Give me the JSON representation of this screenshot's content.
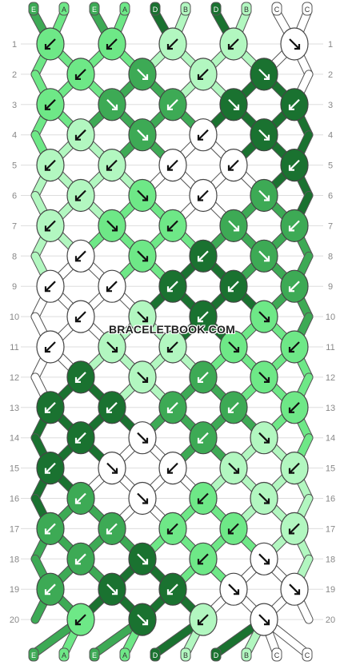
{
  "pattern": {
    "watermark": "BRACELETBOOK.COM",
    "rows": 20,
    "strings": 10,
    "string_labels": [
      "E",
      "A",
      "E",
      "A",
      "D",
      "B",
      "D",
      "B",
      "C",
      "C"
    ],
    "colors": {
      "A": "#6ee887",
      "B": "#b2f7c0",
      "C": "#ffffff",
      "D": "#1a7230",
      "E": "#3daa55"
    },
    "knot_arrow_legend": {
      "sw": "forward-backward / backward (down-left)",
      "se": "forward (down-right)"
    },
    "knots": [
      [
        {
          "c": "A",
          "a": "sw"
        },
        {
          "c": "A",
          "a": "sw"
        },
        {
          "c": "B",
          "a": "sw"
        },
        {
          "c": "B",
          "a": "sw"
        },
        {
          "c": "C",
          "a": "se"
        }
      ],
      [
        {
          "c": "A",
          "a": "sw"
        },
        {
          "c": "E",
          "a": "se"
        },
        {
          "c": "B",
          "a": "sw"
        },
        {
          "c": "D",
          "a": "se"
        }
      ],
      [
        {
          "c": "A",
          "a": "sw"
        },
        {
          "c": "E",
          "a": "se"
        },
        {
          "c": "E",
          "a": "sw"
        },
        {
          "c": "D",
          "a": "se"
        },
        {
          "c": "D",
          "a": "sw"
        }
      ],
      [
        {
          "c": "B",
          "a": "sw"
        },
        {
          "c": "E",
          "a": "se"
        },
        {
          "c": "C",
          "a": "sw"
        },
        {
          "c": "D",
          "a": "se"
        }
      ],
      [
        {
          "c": "B",
          "a": "sw"
        },
        {
          "c": "B",
          "a": "sw"
        },
        {
          "c": "C",
          "a": "sw"
        },
        {
          "c": "C",
          "a": "sw"
        },
        {
          "c": "D",
          "a": "sw"
        }
      ],
      [
        {
          "c": "B",
          "a": "sw"
        },
        {
          "c": "A",
          "a": "se"
        },
        {
          "c": "C",
          "a": "sw"
        },
        {
          "c": "E",
          "a": "se"
        }
      ],
      [
        {
          "c": "B",
          "a": "sw"
        },
        {
          "c": "A",
          "a": "se"
        },
        {
          "c": "A",
          "a": "sw"
        },
        {
          "c": "E",
          "a": "se"
        },
        {
          "c": "E",
          "a": "sw"
        }
      ],
      [
        {
          "c": "C",
          "a": "sw"
        },
        {
          "c": "A",
          "a": "se"
        },
        {
          "c": "D",
          "a": "sw"
        },
        {
          "c": "E",
          "a": "se"
        }
      ],
      [
        {
          "c": "C",
          "a": "sw"
        },
        {
          "c": "C",
          "a": "sw"
        },
        {
          "c": "D",
          "a": "sw"
        },
        {
          "c": "D",
          "a": "sw"
        },
        {
          "c": "E",
          "a": "sw"
        }
      ],
      [
        {
          "c": "C",
          "a": "sw"
        },
        {
          "c": "B",
          "a": "se"
        },
        {
          "c": "D",
          "a": "sw"
        },
        {
          "c": "A",
          "a": "se"
        }
      ],
      [
        {
          "c": "C",
          "a": "sw"
        },
        {
          "c": "B",
          "a": "se"
        },
        {
          "c": "B",
          "a": "sw"
        },
        {
          "c": "A",
          "a": "se"
        },
        {
          "c": "A",
          "a": "sw"
        }
      ],
      [
        {
          "c": "D",
          "a": "sw"
        },
        {
          "c": "B",
          "a": "se"
        },
        {
          "c": "E",
          "a": "sw"
        },
        {
          "c": "A",
          "a": "se"
        }
      ],
      [
        {
          "c": "D",
          "a": "sw"
        },
        {
          "c": "D",
          "a": "sw"
        },
        {
          "c": "E",
          "a": "sw"
        },
        {
          "c": "E",
          "a": "sw"
        },
        {
          "c": "A",
          "a": "sw"
        }
      ],
      [
        {
          "c": "D",
          "a": "sw"
        },
        {
          "c": "C",
          "a": "se"
        },
        {
          "c": "E",
          "a": "sw"
        },
        {
          "c": "B",
          "a": "se"
        }
      ],
      [
        {
          "c": "D",
          "a": "sw"
        },
        {
          "c": "C",
          "a": "se"
        },
        {
          "c": "C",
          "a": "sw"
        },
        {
          "c": "B",
          "a": "se"
        },
        {
          "c": "B",
          "a": "sw"
        }
      ],
      [
        {
          "c": "E",
          "a": "sw"
        },
        {
          "c": "C",
          "a": "se"
        },
        {
          "c": "A",
          "a": "sw"
        },
        {
          "c": "B",
          "a": "se"
        }
      ],
      [
        {
          "c": "E",
          "a": "sw"
        },
        {
          "c": "E",
          "a": "sw"
        },
        {
          "c": "A",
          "a": "sw"
        },
        {
          "c": "A",
          "a": "sw"
        },
        {
          "c": "B",
          "a": "sw"
        }
      ],
      [
        {
          "c": "E",
          "a": "sw"
        },
        {
          "c": "D",
          "a": "se"
        },
        {
          "c": "A",
          "a": "sw"
        },
        {
          "c": "C",
          "a": "se"
        }
      ],
      [
        {
          "c": "E",
          "a": "sw"
        },
        {
          "c": "D",
          "a": "se"
        },
        {
          "c": "D",
          "a": "sw"
        },
        {
          "c": "C",
          "a": "se"
        },
        {
          "c": "C",
          "a": "se"
        }
      ],
      [
        {
          "c": "A",
          "a": "sw"
        },
        {
          "c": "D",
          "a": "se"
        },
        {
          "c": "B",
          "a": "sw"
        },
        {
          "c": "C",
          "a": "se"
        }
      ]
    ],
    "bottom_labels": [
      "E",
      "A",
      "E",
      "A",
      "D",
      "B",
      "D",
      "B",
      "C",
      "C"
    ]
  }
}
